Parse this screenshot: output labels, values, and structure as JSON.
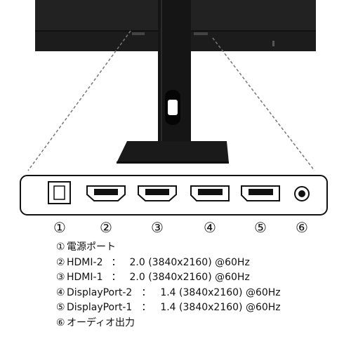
{
  "ports": [
    {
      "marker": "①",
      "label": "電源ポート",
      "icon": "dc-power-jack-icon"
    },
    {
      "marker": "②",
      "label": "HDMI-2",
      "separator": "：",
      "spec": "2.0 (3840x2160) @60Hz",
      "icon": "hdmi-port-icon"
    },
    {
      "marker": "③",
      "label": "HDMI-1",
      "separator": "：",
      "spec": "2.0 (3840x2160) @60Hz",
      "icon": "hdmi-port-icon"
    },
    {
      "marker": "④",
      "label": "DisplayPort-2",
      "separator": "：",
      "spec": "1.4 (3840x2160) @60Hz",
      "icon": "displayport-icon"
    },
    {
      "marker": "⑤",
      "label": "DisplayPort-1",
      "separator": "：",
      "spec": "1.4 (3840x2160) @60Hz",
      "icon": "displayport-icon"
    },
    {
      "marker": "⑥",
      "label": "オーディオ出力",
      "icon": "audio-jack-icon"
    }
  ],
  "colors": {
    "monitor": "#1c1c1c",
    "outline": "#111111",
    "dashed_line": "#777777"
  }
}
